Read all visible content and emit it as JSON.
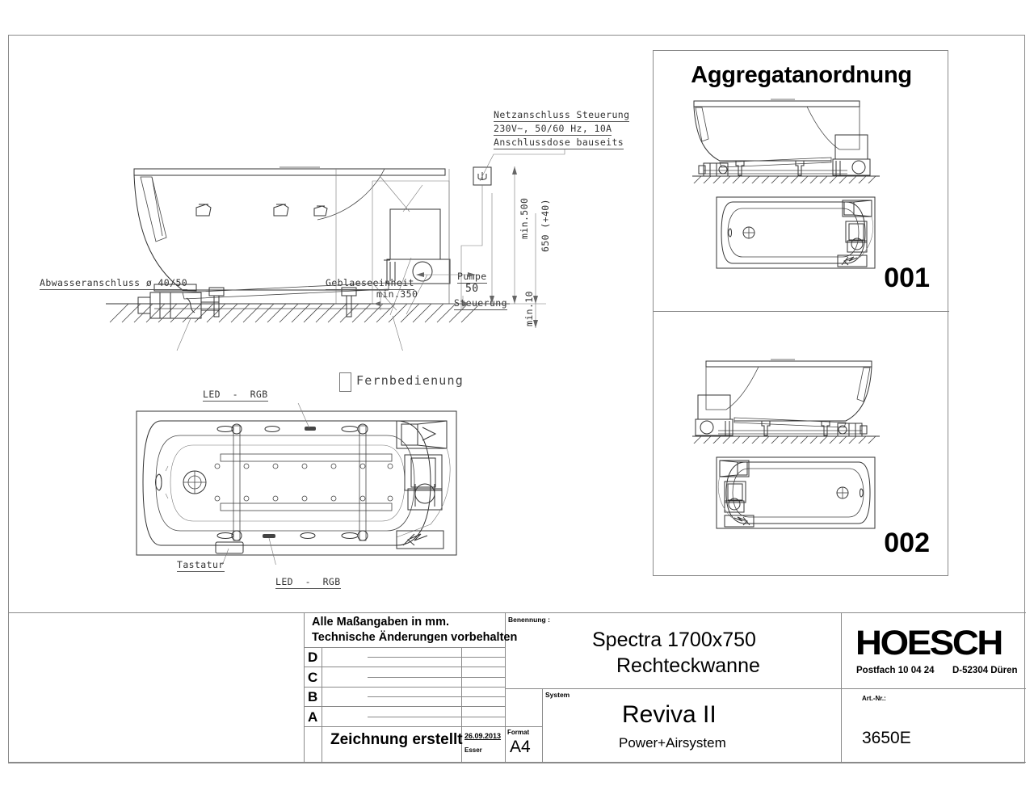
{
  "sheet": {
    "drawing_title_right_panel": "Aggregatanordnung",
    "variant_labels": [
      "001",
      "002"
    ]
  },
  "annotations": {
    "mains_supply": [
      "Netzanschluss Steuerung",
      "230V~, 50/60 Hz, 10A",
      "Anschlussdose bauseits"
    ],
    "waste_connection": "Abwasseranschluss ø 40/50",
    "blower_unit": "Geblaeseeinheit",
    "pump": "Pumpe",
    "control": "Steuerung",
    "remote_control": "Fernbedienung",
    "keypad": "Tastatur",
    "led_top": "LED  -  RGB",
    "led_bottom": "LED  -  RGB"
  },
  "dimensions": {
    "min_500": "min.500",
    "h_650": "650 (+40)",
    "min_10": "min.10",
    "min_350": "min.350",
    "dim_50": "50"
  },
  "title_block": {
    "note_line1": "Alle Maßangaben in mm.",
    "note_line2": "Technische Änderungen vorbehalten",
    "revisions": [
      "D",
      "C",
      "B",
      "A"
    ],
    "status": "Zeichnung erstellt",
    "date": "26.09.2013",
    "author": "Esser",
    "format_label": "Format",
    "format_value": "A4",
    "benennung_label": "Benennung :",
    "benennung_line1": "Spectra 1700x750",
    "benennung_line2": "Rechteckwanne",
    "system_label": "System",
    "system_name": "Reviva II",
    "system_sub": "Power+Airsystem",
    "brand": "HOESCH",
    "brand_address_left": "Postfach 10 04 24",
    "brand_address_right": "D-52304 Düren",
    "art_nr_label": "Art.-Nr.:",
    "art_nr_value": "3650E"
  },
  "colors": {
    "line": "#444444",
    "frame": "#8a8a8a",
    "text": "#000000"
  }
}
